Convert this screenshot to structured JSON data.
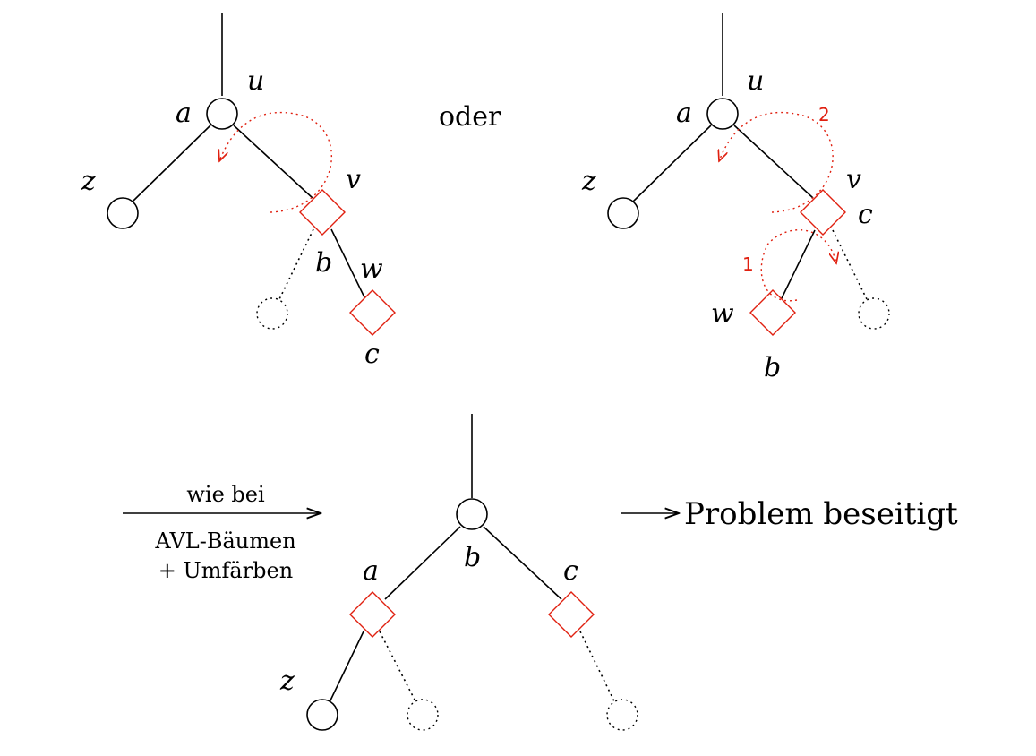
{
  "connector_oder": "oder",
  "step_label_top": "wie bei",
  "step_label_bottom_1": "AVL-Bäumen",
  "step_label_bottom_2": "+ Umfärben",
  "result_text": "Problem beseitigt",
  "tree1": {
    "u": "u",
    "a": "a",
    "z": "z",
    "v": "v",
    "b": "b",
    "w": "w",
    "c": "c"
  },
  "tree2": {
    "u": "u",
    "a": "a",
    "z": "z",
    "v": "v",
    "c": "c",
    "w": "w",
    "b": "b",
    "step1": "1",
    "step2": "2"
  },
  "tree3": {
    "a": "a",
    "b": "b",
    "c": "c",
    "z": "z"
  },
  "colors": {
    "highlight": "#e02010"
  }
}
